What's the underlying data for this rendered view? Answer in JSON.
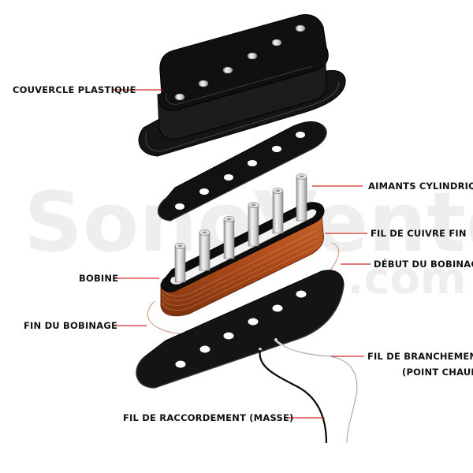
{
  "watermark": {
    "line1": "SonoVente",
    "line2": ".com"
  },
  "labels": {
    "cover": "COUVERCLE PLASTIQUE",
    "magnets": "AIMANTS CYLINDRIQUES",
    "copper_wire": "FIL DE CUIVRE FIN",
    "winding_start": "DÉBUT DU BOBINAGE",
    "coil": "BOBINE",
    "winding_end": "FIN DU BOBINAGE",
    "hot_wire_line1": "FIL DE BRANCHEMENT",
    "hot_wire_line2": "(POINT CHAUD)",
    "ground_wire": "FIL DE RACCORDEMENT (MASSE)"
  },
  "colors": {
    "part_black": "#111111",
    "copper": "#b8531d",
    "copper_dark": "#8a3a12",
    "leader": "#d52b2b",
    "magnet_metal": "#d9d9d9"
  }
}
